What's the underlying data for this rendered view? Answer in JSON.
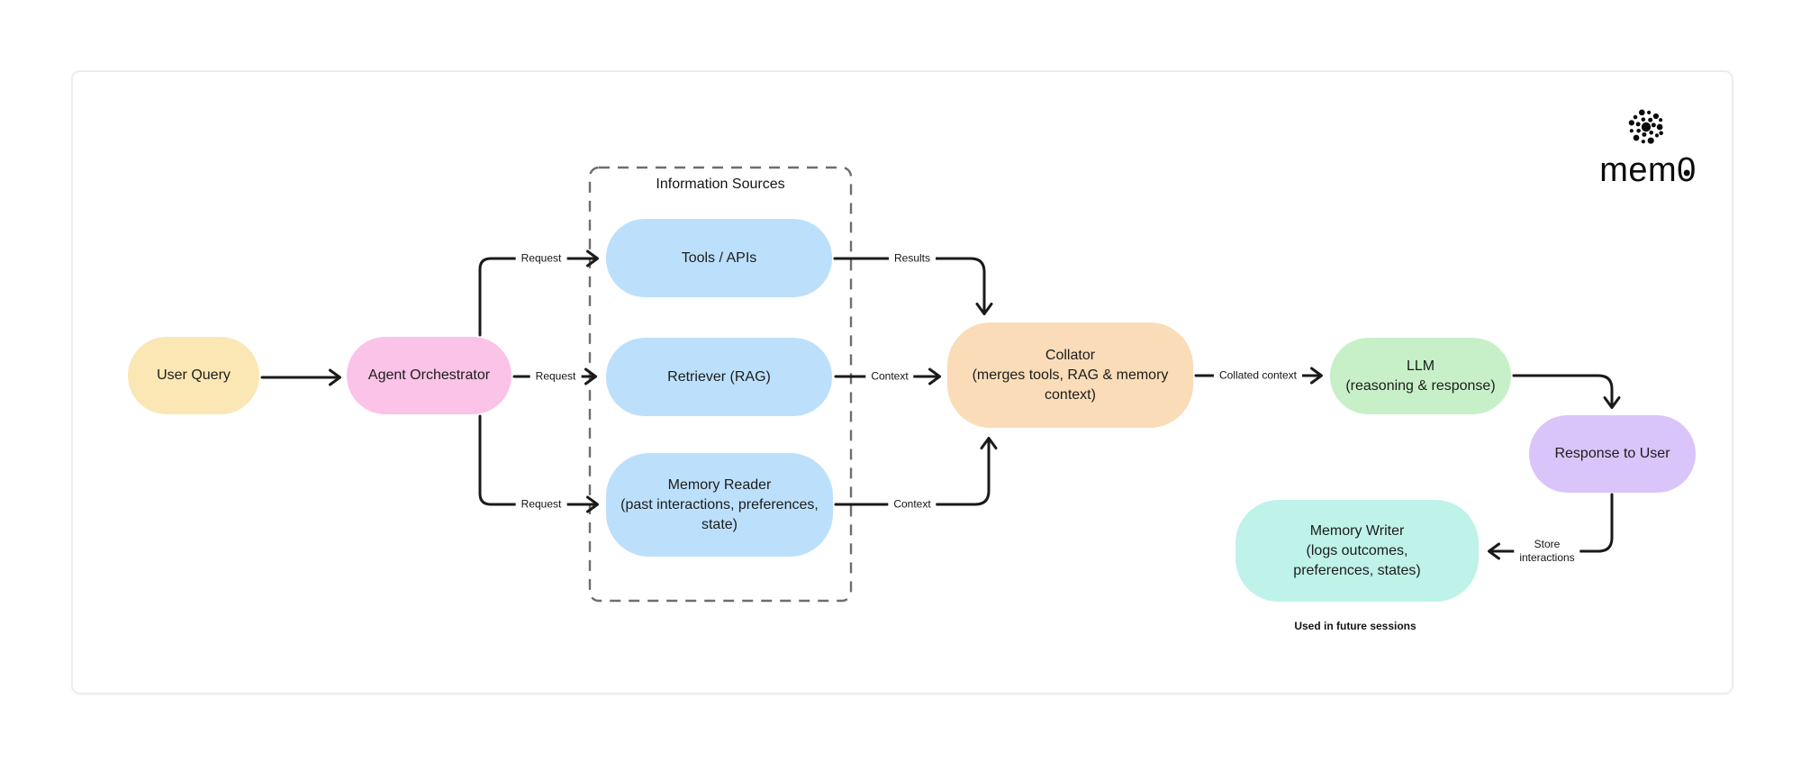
{
  "logo": {
    "text": "mem0"
  },
  "diagram": {
    "group_label": "Information Sources",
    "nodes": [
      {
        "id": "user-query",
        "label": "User Query",
        "color": "#FBE7B4"
      },
      {
        "id": "agent-orchestrator",
        "label": "Agent Orchestrator",
        "color": "#FAC3E7"
      },
      {
        "id": "tools-apis",
        "label": "Tools / APIs",
        "color": "#BCE0FB"
      },
      {
        "id": "retriever-rag",
        "label": "Retriever (RAG)",
        "color": "#BCE0FB"
      },
      {
        "id": "memory-reader",
        "label": "Memory Reader\n(past interactions, preferences,\nstate)",
        "color": "#BCE0FB"
      },
      {
        "id": "collator",
        "label": "Collator\n(merges tools, RAG & memory\ncontext)",
        "color": "#FADCB8"
      },
      {
        "id": "llm",
        "label": "LLM\n(reasoning & response)",
        "color": "#C7F0C9"
      },
      {
        "id": "response-to-user",
        "label": "Response to User",
        "color": "#D9C5F9"
      },
      {
        "id": "memory-writer",
        "label": "Memory Writer\n(logs outcomes,\npreferences, states)",
        "color": "#BFF2E9"
      }
    ],
    "edge_labels": [
      {
        "id": "request-tools",
        "text": "Request"
      },
      {
        "id": "request-retriever",
        "text": "Request"
      },
      {
        "id": "request-memory",
        "text": "Request"
      },
      {
        "id": "results",
        "text": "Results"
      },
      {
        "id": "context-retriever",
        "text": "Context"
      },
      {
        "id": "context-memory",
        "text": "Context"
      },
      {
        "id": "collated-context",
        "text": "Collated context"
      },
      {
        "id": "store-interactions",
        "text": "Store\ninteractions"
      },
      {
        "id": "used-in-future",
        "text": "Used in future sessions"
      }
    ]
  }
}
